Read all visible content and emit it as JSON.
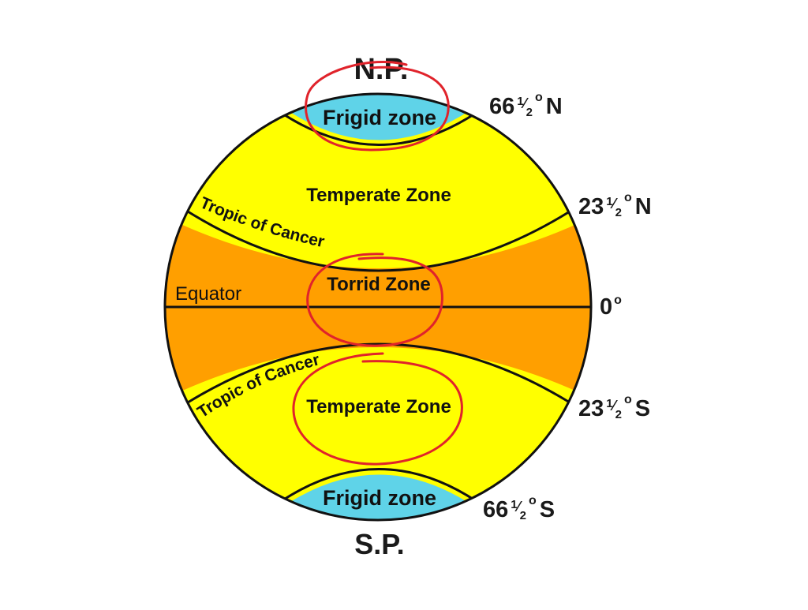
{
  "diagram": {
    "poles": {
      "north": "N.P.",
      "south": "S.P."
    },
    "zones": {
      "frigid_north": "Frigid zone",
      "temperate_north": "Temperate Zone",
      "torrid": "Torrid Zone",
      "temperate_south": "Temperate Zone",
      "frigid_south": "Frigid zone"
    },
    "lines": {
      "equator": "Equator",
      "tropic_north": "Tropic of Cancer",
      "tropic_south": "Tropic of Cancer"
    },
    "latitudes": {
      "arctic": {
        "whole": "66",
        "num": "1",
        "den": "2",
        "deg": "o",
        "dir": "N"
      },
      "cancer": {
        "whole": "23",
        "num": "1",
        "den": "2",
        "deg": "o",
        "dir": "N"
      },
      "equator": {
        "whole": "0",
        "deg": "o"
      },
      "capricorn": {
        "whole": "23",
        "num": "1",
        "den": "2",
        "deg": "o",
        "dir": "S"
      },
      "antarctic": {
        "whole": "66",
        "num": "1",
        "den": "2",
        "deg": "o",
        "dir": "S"
      }
    },
    "colors": {
      "frigid": "#5fd3e8",
      "temperate": "#ffff00",
      "torrid": "#ff9f00",
      "outline": "#111111",
      "annotation": "#e0232b"
    }
  }
}
